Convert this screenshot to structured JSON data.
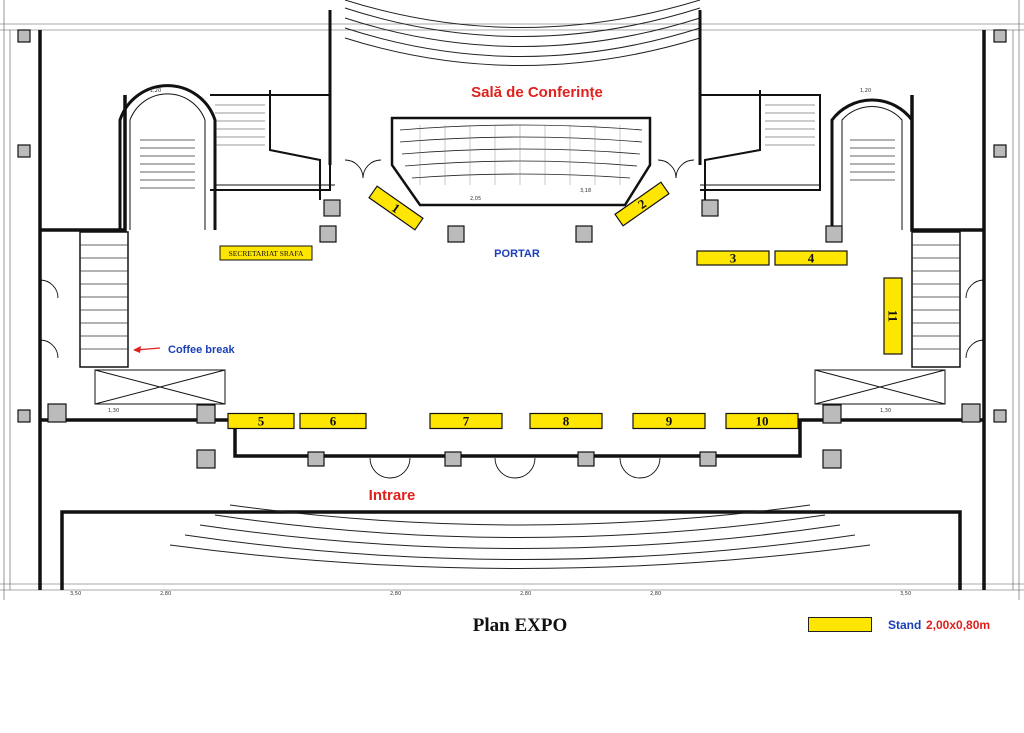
{
  "labels": {
    "conference_hall": "Sală de Conferințe",
    "porter": "PORTAR",
    "entrance": "Intrare",
    "coffee_break": "Coffee break",
    "secretariat": "SECRETARIAT SRAFA"
  },
  "stands": [
    {
      "id": "1",
      "label": "1"
    },
    {
      "id": "2",
      "label": "2"
    },
    {
      "id": "3",
      "label": "3"
    },
    {
      "id": "4",
      "label": "4"
    },
    {
      "id": "5",
      "label": "5"
    },
    {
      "id": "6",
      "label": "6"
    },
    {
      "id": "7",
      "label": "7"
    },
    {
      "id": "8",
      "label": "8"
    },
    {
      "id": "9",
      "label": "9"
    },
    {
      "id": "10",
      "label": "10"
    },
    {
      "id": "11",
      "label": "11"
    }
  ],
  "caption": "Plan EXPO",
  "legend": {
    "word": "Stand",
    "size": "2,00x0,80m"
  },
  "colors": {
    "stand_fill": "#ffe600",
    "accent_red": "#e0201b",
    "accent_blue": "#1a3fb8"
  }
}
